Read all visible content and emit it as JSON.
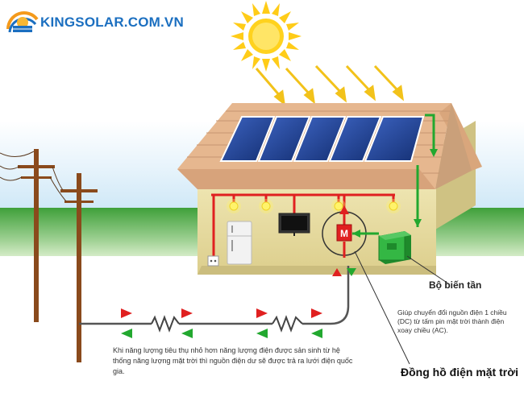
{
  "brand": {
    "name": "KINGSOLAR.COM.VN",
    "color": "#1b6fc0"
  },
  "labels": {
    "inverter_title": "Bộ biến tần",
    "inverter_desc": "Giúp chuyển đổi nguồn điện 1 chiều (DC) từ tấm pin mặt trời thành điện xoay chiều (AC).",
    "meter_title": "Đồng hồ điện mặt trời",
    "meter_symbol": "M",
    "grid_note": "Khi năng lượng tiêu thụ nhỏ hơn năng lượng điện được sản sinh từ hệ thống năng lượng mặt trời thì nguồn điện dư sẽ được trả ra lưới điện quốc gia."
  },
  "colors": {
    "sky": "#d9eefb",
    "grass": "#5cb548",
    "wall": "#e4d79a",
    "roof": "#e3b48c",
    "panel": "#1e3f8c",
    "wire_red": "#e02020",
    "wire_green": "#22a82f",
    "sun": "#ffd21e",
    "inverter": "#2fae3c"
  },
  "icons": [
    "sun-icon",
    "refrigerator-icon",
    "television-icon",
    "light-bulb-icon",
    "power-pole-icon",
    "resistor-icon",
    "inverter-icon",
    "meter-icon",
    "wall-socket-icon",
    "brand-logo-icon"
  ]
}
